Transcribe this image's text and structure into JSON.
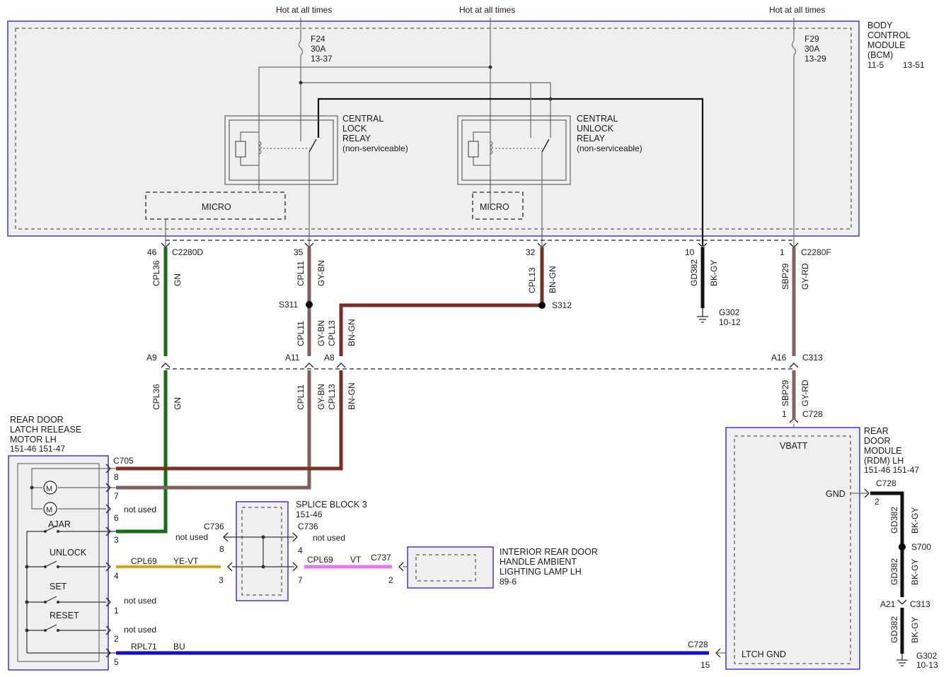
{
  "hot_labels": [
    "Hot at all times",
    "Hot at all times",
    "Hot at all times"
  ],
  "bcm": {
    "line1": "BODY",
    "line2": "CONTROL",
    "line3": "MODULE",
    "line4": "(BCM)",
    "ref1": "11-5",
    "ref2": "13-51"
  },
  "fuses": [
    {
      "name": "F24",
      "rating": "30A",
      "ref": "13-37"
    },
    {
      "name": "F29",
      "rating": "30A",
      "ref": "13-29"
    }
  ],
  "lock_relay": {
    "line1": "CENTRAL",
    "line2": "LOCK",
    "line3": "RELAY",
    "line4": "(non-serviceable)"
  },
  "unlock_relay": {
    "line1": "CENTRAL",
    "line2": "UNLOCK",
    "line3": "RELAY",
    "line4": "(non-serviceable)"
  },
  "micro_labels": [
    "MICRO",
    "MICRO"
  ],
  "connectors": {
    "c2280d": "C2280D",
    "c2280f": "C2280F",
    "c313": "C313",
    "c728_top": "C728",
    "c705": "C705",
    "c736a": "C736",
    "c736b": "C736",
    "c737": "C737",
    "c728_gnd": "C728",
    "c313_b": "C313",
    "c728_latch": "C728"
  },
  "pins": {
    "p46": "46",
    "p35": "35",
    "p32": "32",
    "p10": "10",
    "p1": "1",
    "a9": "A9",
    "a11": "A11",
    "a8": "A8",
    "a16": "A16",
    "p1b": "1",
    "m8": "8",
    "m7": "7",
    "m6": "6",
    "m3": "3",
    "m4": "4",
    "m1": "1",
    "m2": "2",
    "m5": "5",
    "sb8": "8",
    "sb4": "4",
    "sb3": "3",
    "sb7": "7",
    "l2": "2",
    "g2": "2",
    "a21": "A21",
    "p15": "15"
  },
  "circuits": {
    "cpl36_top": "CPL36",
    "gn_top": "GN",
    "cpl11_top": "CPL11",
    "gybn_top": "GY-BN",
    "cpl13_top": "CPL13",
    "bngn_top": "BN-GN",
    "gd382_top": "GD382",
    "bkgy_top": "BK-GY",
    "sbp29_top": "SBP29",
    "gyrd_top": "GY-RD",
    "cpl11_mid": "CPL11",
    "gybn_mid": "GY-BN",
    "cpl13_mid": "CPL13",
    "bngn_mid": "BN-GN",
    "cpl36_bot": "CPL36",
    "gn_bot": "GN",
    "cpl11_bot": "CPL11",
    "gybn_bot": "GY-BN",
    "cpl13_bot": "CPL13",
    "bngn_bot": "BN-GN",
    "sbp29_bot": "SBP29",
    "gyrd_bot": "GY-RD",
    "cpl69a": "CPL69",
    "yevt": "YE-VT",
    "cpl69b": "CPL69",
    "vt": "VT",
    "rpl71": "RPL71",
    "bu": "BU",
    "gd382_a": "GD382",
    "bkgy_a": "BK-GY",
    "gd382_b": "GD382",
    "bkgy_b": "BK-GY",
    "gd382_c": "GD382",
    "bkgy_c": "BK-GY"
  },
  "splices": {
    "s311": "S311",
    "s312": "S312",
    "s700": "S700"
  },
  "grounds": {
    "g302a": "G302",
    "g302a_ref": "10-12",
    "g302b": "G302",
    "g302b_ref": "10-13"
  },
  "motor": {
    "line1": "REAR DOOR",
    "line2": "LATCH RELEASE",
    "line3": "MOTOR LH",
    "ref": "151-46  151-47"
  },
  "motor_switches": {
    "ajar": "AJAR",
    "unlock": "UNLOCK",
    "set": "SET",
    "reset": "RESET"
  },
  "not_used": [
    "not used",
    "not used",
    "not used",
    "not used",
    "not used"
  ],
  "splice_block": {
    "line1": "SPLICE BLOCK 3",
    "line2": "151-46"
  },
  "lamp": {
    "line1": "INTERIOR REAR DOOR",
    "line2": "HANDLE AMBIENT",
    "line3": "LIGHTING LAMP LH",
    "ref": "89-6"
  },
  "rdm": {
    "line1": "REAR",
    "line2": "DOOR",
    "line3": "MODULE",
    "line4": "(RDM) LH",
    "ref": "151-46  151-47",
    "vbatt": "VBATT",
    "gnd": "GND",
    "latch_gnd": "LTCH GND"
  },
  "colors": {
    "green": "#127012",
    "gybn": "#7d6060",
    "bngn": "#7a2f24",
    "black": "#111111",
    "gyrd": "#8c6060",
    "yevt": "#e0c040",
    "vt": "#e27ae8",
    "bu": "#1010cc",
    "bcm_border": "#3a3ad0"
  }
}
